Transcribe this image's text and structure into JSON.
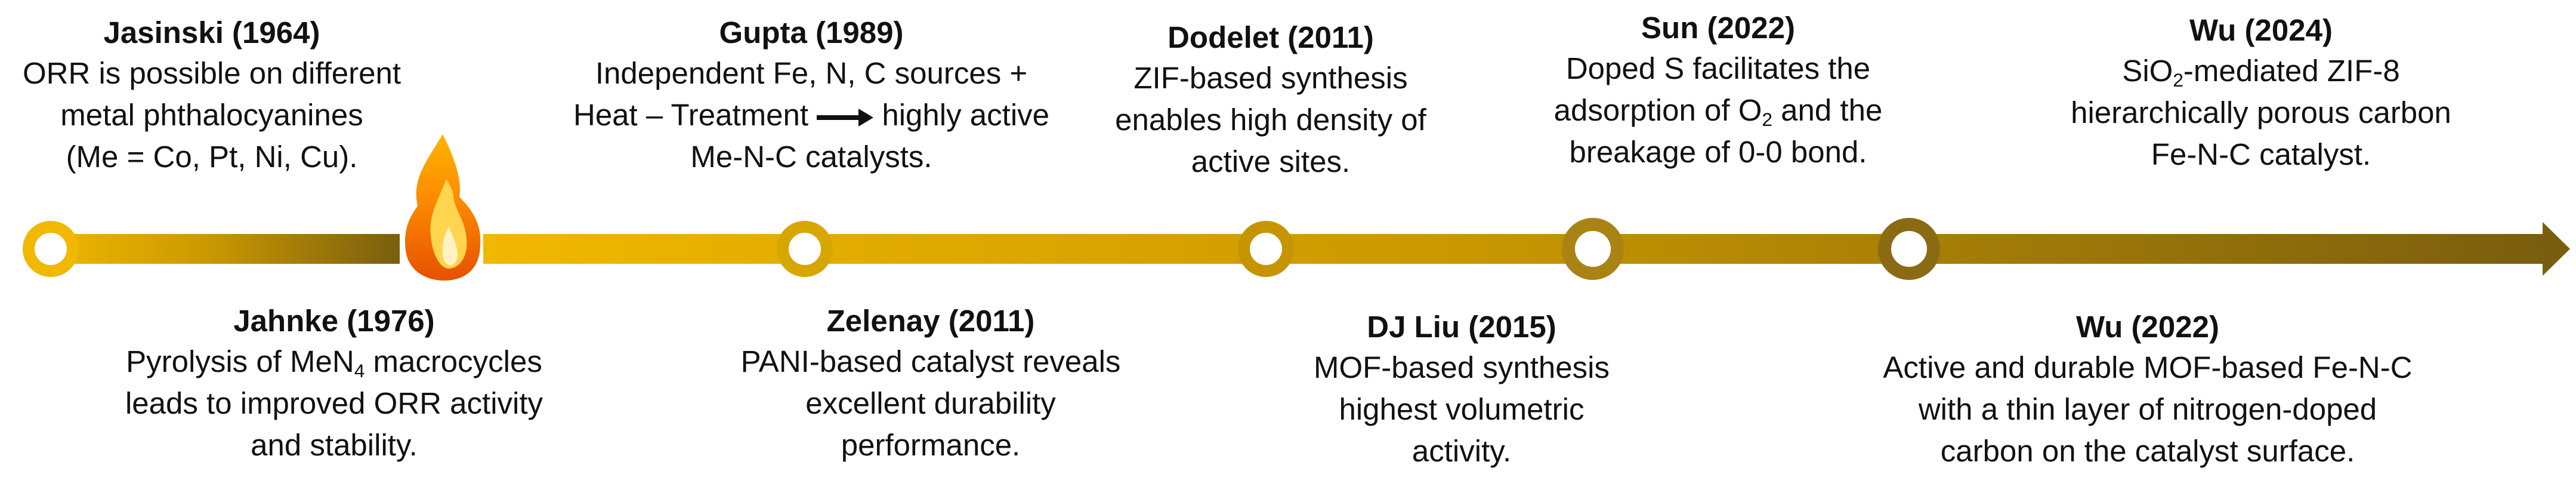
{
  "colors": {
    "bar_start": "#F0B800",
    "bar_mid": "#CC9A00",
    "bar_end": "#7A5E0F",
    "circle_fill": "#ffffff",
    "flame_outer": "#F57F17",
    "flame_inner": "#FFD54F"
  },
  "icons": {
    "flame": "flame-icon",
    "inline_arrow": "right-arrow-icon"
  },
  "events": [
    {
      "id": "jasinski",
      "title": "Jasinski (1964)",
      "lines": [
        "ORR is possible on different",
        "metal phthalocyanines",
        "(Me = Co, Pt, Ni, Cu)."
      ]
    },
    {
      "id": "jahnke",
      "title": "Jahnke (1976)",
      "line1_pre": "Pyrolysis of MeN",
      "line1_sub": "4",
      "line1_post": " macrocycles",
      "lines": [
        "leads to improved ORR activity",
        "and stability."
      ]
    },
    {
      "id": "gupta",
      "title": "Gupta (1989)",
      "line1": "Independent Fe, N, C sources +",
      "line2_pre": "Heat – Treatment",
      "line2_post": "highly active",
      "line3": "Me-N-C catalysts."
    },
    {
      "id": "zelenay",
      "title": "Zelenay (2011)",
      "lines": [
        "PANI-based catalyst reveals",
        "excellent durability",
        "performance."
      ]
    },
    {
      "id": "dodelet",
      "title": "Dodelet (2011)",
      "lines": [
        "ZIF-based synthesis",
        "enables high density of",
        "active sites."
      ]
    },
    {
      "id": "djliu",
      "title": "DJ Liu (2015)",
      "lines": [
        "MOF-based synthesis",
        "highest volumetric",
        "activity."
      ]
    },
    {
      "id": "sun",
      "title": "Sun (2022)",
      "line1": "Doped S facilitates the",
      "line2_pre": "adsorption of O",
      "line2_sub": "2",
      "line2_post": " and the",
      "line3": "breakage of 0-0 bond."
    },
    {
      "id": "wu2022",
      "title": "Wu (2022)",
      "lines": [
        "Active and durable MOF-based Fe-N-C",
        "with a thin layer of nitrogen-doped",
        "carbon on the catalyst surface."
      ]
    },
    {
      "id": "wu2024",
      "title": "Wu (2024)",
      "line1_pre": "SiO",
      "line1_sub": "2",
      "line1_post": "-mediated ZIF-8",
      "lines": [
        "hierarchically porous carbon",
        "Fe-N-C catalyst."
      ]
    }
  ]
}
